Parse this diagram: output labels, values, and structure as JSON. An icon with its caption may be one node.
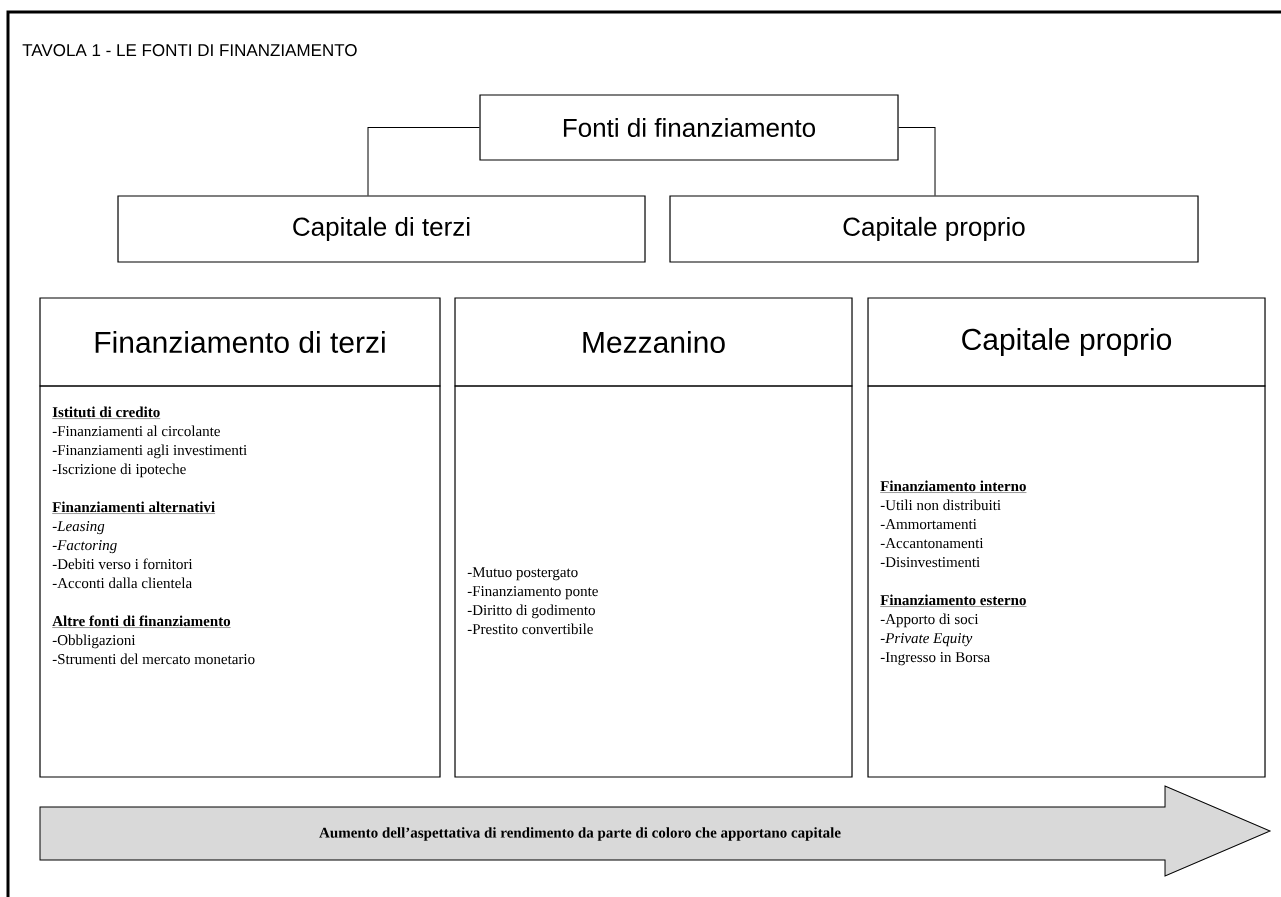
{
  "diagram": {
    "title": "TAVOLA 1 - LE FONTI DI FINANZIAMENTO",
    "nodes": [
      {
        "text": [
          "Fonti di finanziamento"
        ]
      },
      {
        "text": [
          "Capitale di terzi"
        ]
      },
      {
        "text": [
          "Capitale proprio"
        ]
      },
      {
        "text": [
          "Finanziamento di terzi"
        ]
      },
      {
        "text": [
          "Istituti di credito",
          "-Finanziamenti al circolante",
          "-Finanziamenti agli investimenti",
          "-Iscrizione di ipoteche",
          "Finanziamenti alternativi",
          "-*Leasing*",
          "-*Factoring*",
          "-Debiti verso i fornitori",
          "-Acconti dalla clientela",
          "Altre fonti di finanziamento",
          "-Obbligazioni",
          "-Strumenti del mercato monetario"
        ]
      },
      {
        "text": [
          "Mezzanino"
        ]
      },
      {
        "text": [
          "-Mutuo postergato",
          "-Finanziamento ponte",
          "-Diritto di godimento",
          "-Prestito convertibile"
        ]
      },
      {
        "text": [
          "Capitale proprio"
        ]
      },
      {
        "text": [
          "Finanziamento interno",
          "-Utili non distribuiti",
          "-Ammortamenti",
          "-Accantonamenti",
          "-Disinvestimenti",
          "Finanziamento esterno",
          "-Apporto di soci",
          "-*Private Equity*",
          "-Ingresso in Borsa"
        ]
      },
      {
        "text": [
          "Aumento dell’aspettativa di rendimento da parte di coloro che apportano capitale"
        ]
      }
    ],
    "edges": [
      {
        "from": 0,
        "to": 1,
        "arrow": "none"
      },
      {
        "from": 0,
        "to": 2,
        "arrow": "none"
      }
    ]
  }
}
